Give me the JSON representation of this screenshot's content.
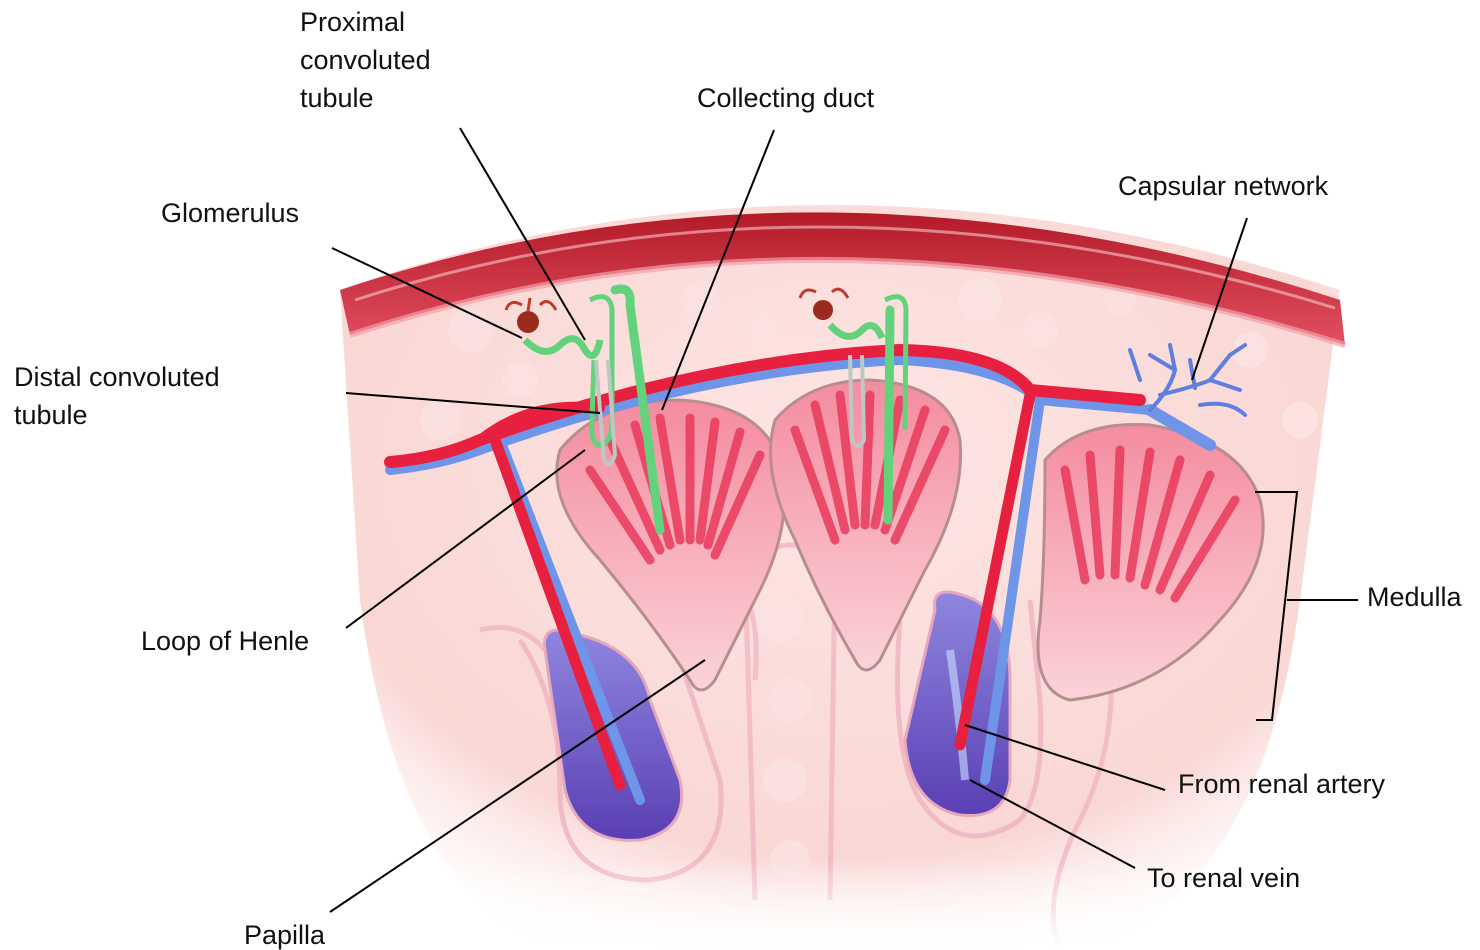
{
  "labels": {
    "proximal_1": "Proximal",
    "proximal_2": "convoluted",
    "proximal_3": "tubule",
    "collecting_duct": "Collecting duct",
    "glomerulus": "Glomerulus",
    "capsular_network": "Capsular network",
    "distal_1": "Distal convoluted",
    "distal_2": "tubule",
    "medulla": "Medulla",
    "loop_of_henle": "Loop of Henle",
    "from_renal_artery": "From renal artery",
    "to_renal_vein": "To renal vein",
    "papilla": "Papilla"
  },
  "colors": {
    "artery": "#e8203f",
    "vein": "#6f95e8",
    "nephron": "#62d27c",
    "capsule": "#c9182e",
    "pyramid_fill": "#f7a3b0",
    "pyramid_stripe": "#e93a5c",
    "calyx": "#7b6ad0",
    "glomerulus": "#9a2b1e",
    "cortex": "#f7d6d6"
  },
  "icons": [
    "glomerulus-icon",
    "capsular-network-icon"
  ]
}
